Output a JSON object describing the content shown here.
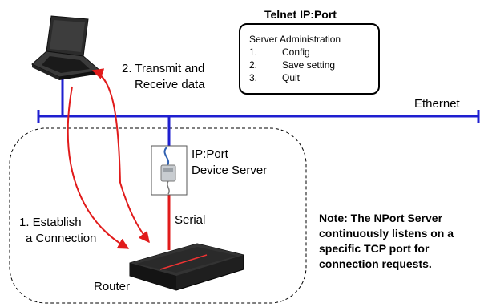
{
  "colors": {
    "ethernet": "#1f1fd0",
    "flow": "#e11b1b",
    "frame": "#000000",
    "background": "#ffffff"
  },
  "telnet": {
    "title": "Telnet IP:Port",
    "menu_title": "Server Administration",
    "items": [
      {
        "num": "1.",
        "label": "Config"
      },
      {
        "num": "2.",
        "label": "Save setting"
      },
      {
        "num": "3.",
        "label": "Quit"
      }
    ]
  },
  "network": {
    "ethernet_label": "Ethernet",
    "serial_label": "Serial"
  },
  "device_server": {
    "line1": "IP:Port",
    "line2": "Device Server"
  },
  "router": {
    "label": "Router"
  },
  "steps": {
    "establish_line1": "1. Establish",
    "establish_line2": "a Connection",
    "transmit_line1": "2. Transmit and",
    "transmit_line2": "Receive data"
  },
  "note": {
    "line1": "Note: The NPort Server",
    "line2": "continuously listens on a",
    "line3": "specific TCP port for",
    "line4": "connection requests."
  },
  "icons": {
    "laptop": "laptop-icon",
    "device": "device-server-icon",
    "router": "router-icon"
  }
}
